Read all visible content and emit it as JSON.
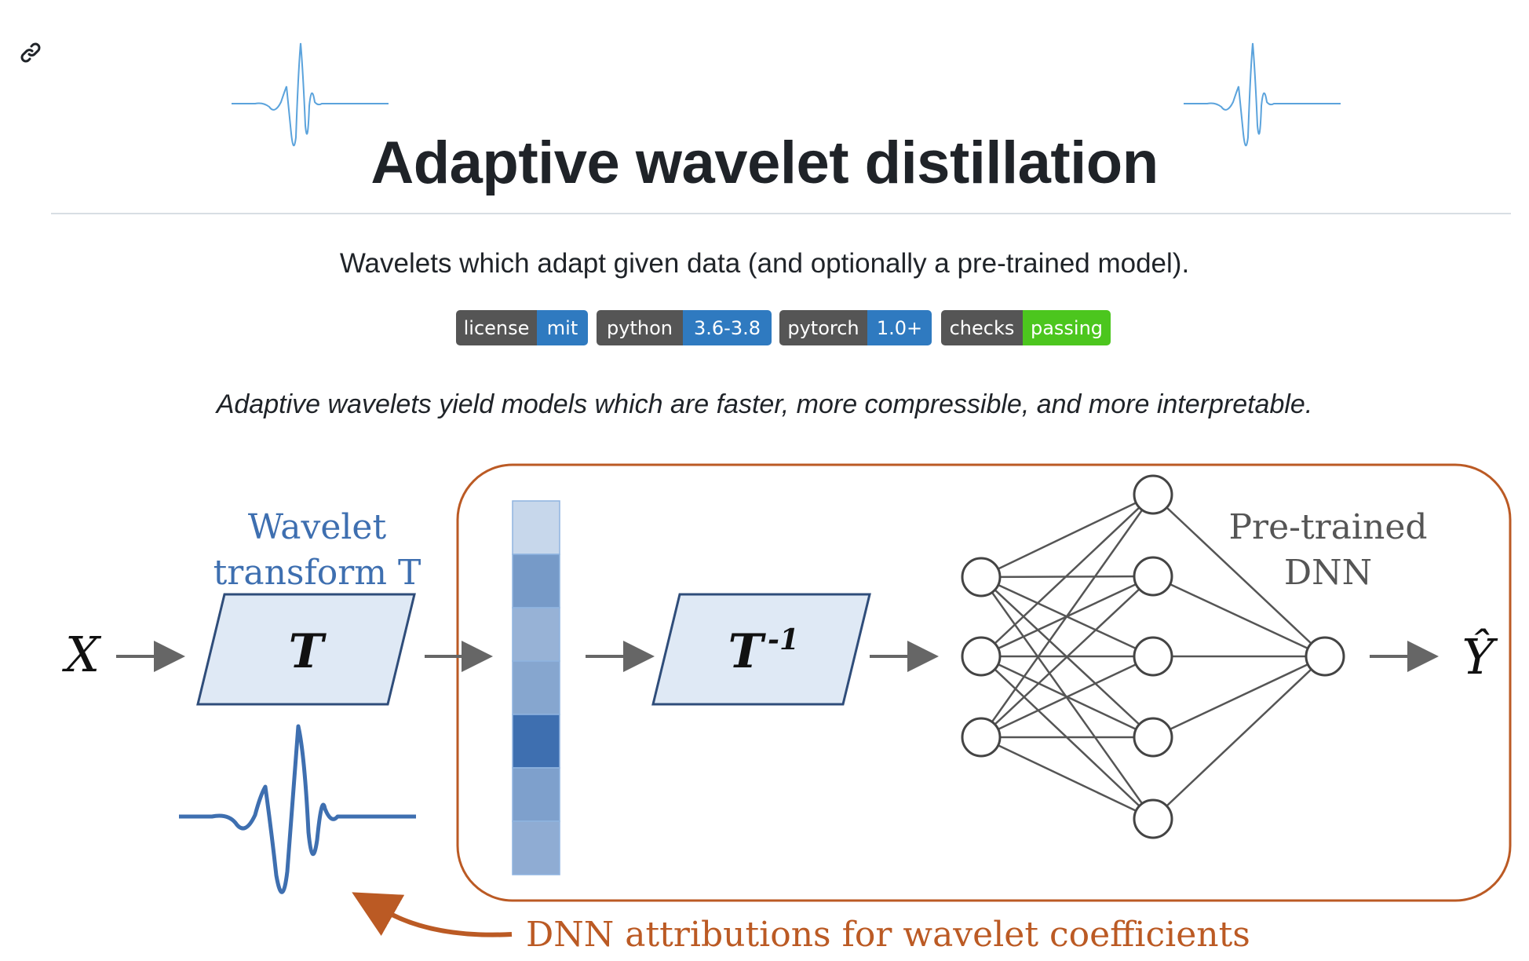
{
  "title": "Adaptive wavelet distillation",
  "subtitle": "Wavelets which adapt given data (and optionally a pre-trained model).",
  "badges": [
    {
      "label": "license",
      "value": "mit",
      "color": "#2f7ac0"
    },
    {
      "label": "python",
      "value": "3.6-3.8",
      "color": "#2f7ac0"
    },
    {
      "label": "pytorch",
      "value": "1.0+",
      "color": "#2f7ac0"
    },
    {
      "label": "checks",
      "value": "passing",
      "color": "#4cc61e"
    }
  ],
  "tagline": "Adaptive wavelets yield models which are faster, more compressible, and more interpretable.",
  "icons": {
    "anchor": "link-icon",
    "header_waves": "wavelet-icon"
  },
  "diagram": {
    "input_label": "X",
    "wavelet_label_line1": "Wavelet",
    "wavelet_label_line2": "transform T",
    "transform_symbol": "T",
    "inverse_symbol": "T",
    "inverse_exponent": "-1",
    "dnn_label_line1": "Pre-trained",
    "dnn_label_line2": "DNN",
    "output_label": "Ŷ",
    "attribution_label": "DNN attributions for wavelet coefficients",
    "colors": {
      "blue": "#3e6fb0",
      "light_blue_fill": "#dfe9f5",
      "orange": "#bb5a24",
      "gray": "#666666",
      "dnn_gray": "#555555"
    },
    "coefficient_intensities": [
      0.15,
      0.65,
      0.45,
      0.55,
      1.0,
      0.6,
      0.5
    ]
  }
}
